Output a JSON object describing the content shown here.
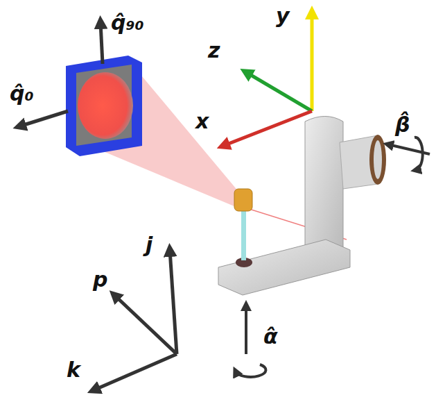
{
  "diagram": {
    "labels": [
      "q̂₉₀",
      "q̂₀",
      "y",
      "z",
      "x",
      "β̂",
      "j",
      "p",
      "k",
      "α̂"
    ]
  }
}
